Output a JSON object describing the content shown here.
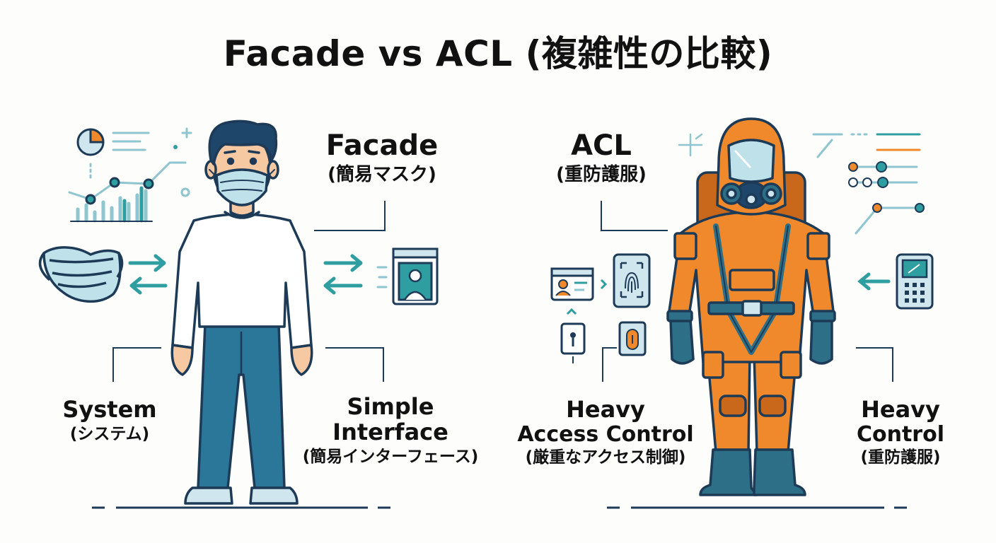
{
  "title": "Facade vs ACL (複雑性の比較)",
  "left": {
    "heading": {
      "en": "Facade",
      "jp": "(簡易マスク)"
    },
    "label_left": {
      "en": "System",
      "jp": "(システム)"
    },
    "label_right": {
      "en_line1": "Simple",
      "en_line2": "Interface",
      "jp": "(簡易インターフェース)"
    }
  },
  "right": {
    "heading": {
      "en": "ACL",
      "jp": "(重防護服)"
    },
    "label_left": {
      "en_line1": "Heavy",
      "en_line2": "Access Control",
      "jp": "(厳重なアクセス制御)"
    },
    "label_right": {
      "en_line1": "Heavy",
      "en_line2": "Control",
      "jp": "(重防護服)"
    }
  },
  "colors": {
    "outline": "#1d3a57",
    "teal": "#2f9ea0",
    "mask_blue": "#bfe1ea",
    "jeans": "#2b7799",
    "suit_orange": "#f0892b",
    "suit_dark": "#c9681a",
    "boot_teal": "#2d6f86",
    "hair": "#1e466b",
    "skin": "#f6c9a3"
  }
}
